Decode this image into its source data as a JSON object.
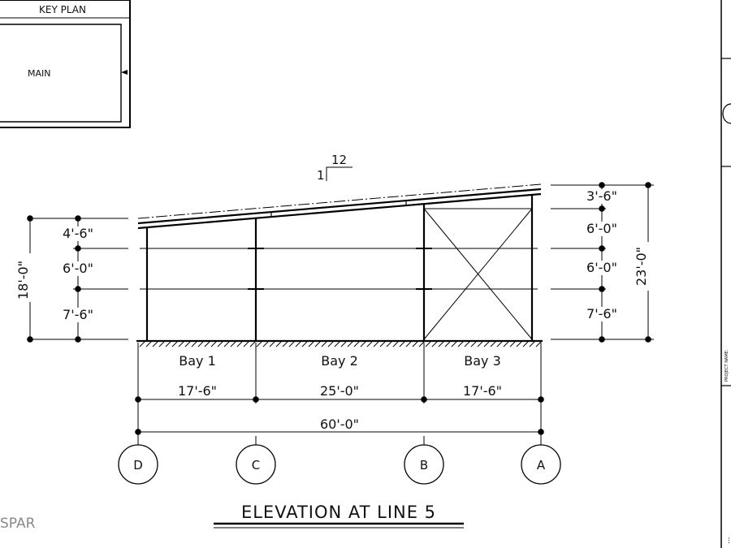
{
  "key_plan": {
    "title": "KEY PLAN",
    "building_label": "MAIN"
  },
  "roof_slope": {
    "rise": "1",
    "run": "12"
  },
  "left_dimensions": {
    "overall": "18'-0\"",
    "tiers": [
      "4'-6\"",
      "6'-0\"",
      "7'-6\""
    ]
  },
  "right_dimensions": {
    "overall": "23'-0\"",
    "tiers": [
      "3'-6\"",
      "6'-0\"",
      "6'-0\"",
      "7'-6\""
    ]
  },
  "bays": [
    "Bay 1",
    "Bay 2",
    "Bay 3"
  ],
  "bay_widths": [
    "17'-6\"",
    "25'-0\"",
    "17'-6\""
  ],
  "overall_width": "60'-0\"",
  "gridlines": [
    "D",
    "C",
    "B",
    "A"
  ],
  "drawing_title": "ELEVATION AT LINE 5",
  "title_block": {
    "project_name_label": "PROJECT NAME:",
    "note_partial": "..."
  },
  "watermark_partial": "SPAR"
}
